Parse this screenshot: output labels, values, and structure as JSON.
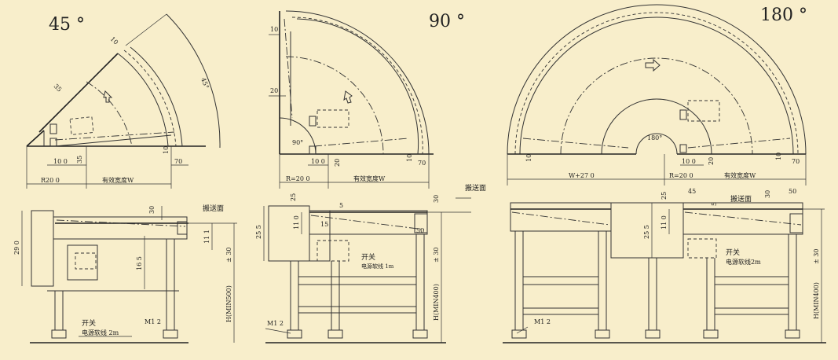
{
  "colors": {
    "background": "#f8eecb",
    "line": "#333333"
  },
  "angles": {
    "a45": "45 °",
    "a90": "90 °",
    "a180": "180 °",
    "arc45": "45°",
    "arc90": "90°",
    "arc180": "180°"
  },
  "labels": {
    "effective_width": "有效宽度W",
    "conveying_surface": "搬送面",
    "switch": "开关",
    "power_cord": "电源软线 2m",
    "power_cord_90": "电源软线 1m",
    "power_cord_180": "电源软线2m",
    "bolt": "M1 2",
    "h500": "H(MIN500)",
    "h400": "H(MIN400)",
    "pm30": "± 30"
  },
  "dims": {
    "d10": "10",
    "d35": "35",
    "d20": "20",
    "d70": "70",
    "d100": "10 0",
    "r200": "R20 0",
    "r200b": "R=20 0",
    "w270": "W+27 0",
    "d30": "30",
    "d25": "25",
    "d5": "5",
    "d110": "11 0",
    "d255": "25 5",
    "d290": "29 0",
    "d111": "11 1",
    "d165": "16 5",
    "d45": "45",
    "d50": "50",
    "d15": "15"
  }
}
